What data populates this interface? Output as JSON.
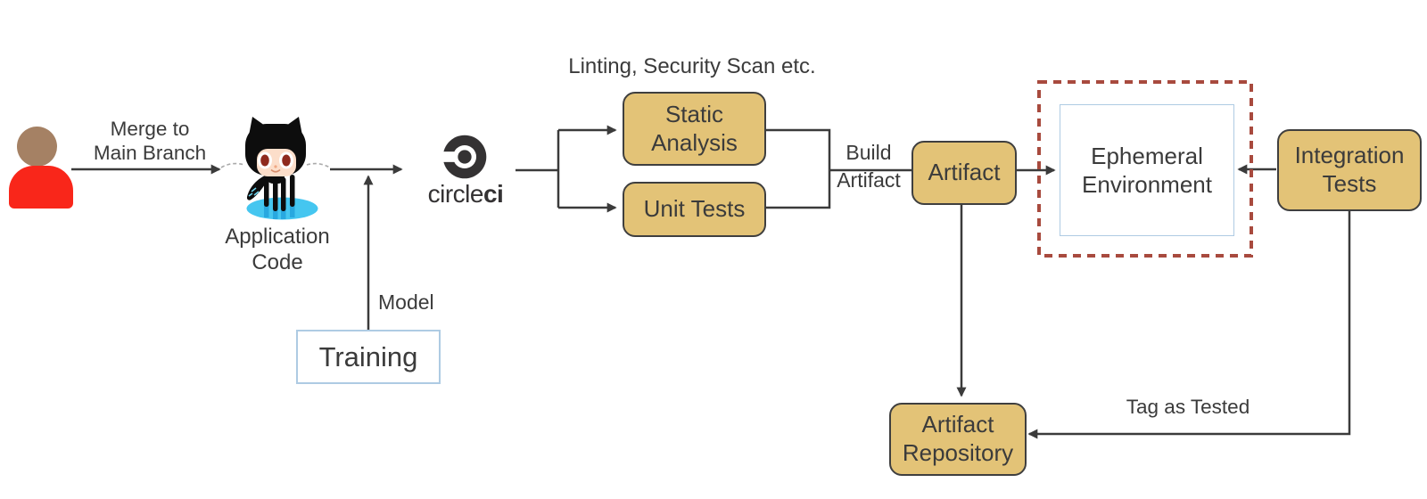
{
  "nodes": {
    "static_analysis": "Static\nAnalysis",
    "unit_tests": "Unit Tests",
    "artifact": "Artifact",
    "ephemeral_environment": "Ephemeral\nEnvironment",
    "integration_tests": "Integration\nTests",
    "artifact_repository": "Artifact\nRepository",
    "training": "Training"
  },
  "labels": {
    "merge_to_main": "Merge to\nMain Branch",
    "application_code": "Application\nCode",
    "linting": "Linting, Security Scan etc.",
    "build_artifact": "Build\nArtifact",
    "model": "Model",
    "tag_as_tested": "Tag as Tested"
  },
  "brand": {
    "circle": "circle",
    "ci": "ci"
  },
  "icons": {
    "person": "person-icon",
    "github": "github-octocat-icon",
    "circleci": "circleci-logo-icon"
  },
  "colors": {
    "node_fill": "#E3C377",
    "node_border": "#3F3F3F",
    "node_text": "#3B3B3B",
    "connector": "#3B3B3B",
    "dashed_border": "#A84A3E",
    "light_blue_border": "#AECBE3",
    "person_body": "#F9261A",
    "person_head": "#A58164",
    "platform_blue": "#45C6F0",
    "brand_dark": "#343233"
  }
}
